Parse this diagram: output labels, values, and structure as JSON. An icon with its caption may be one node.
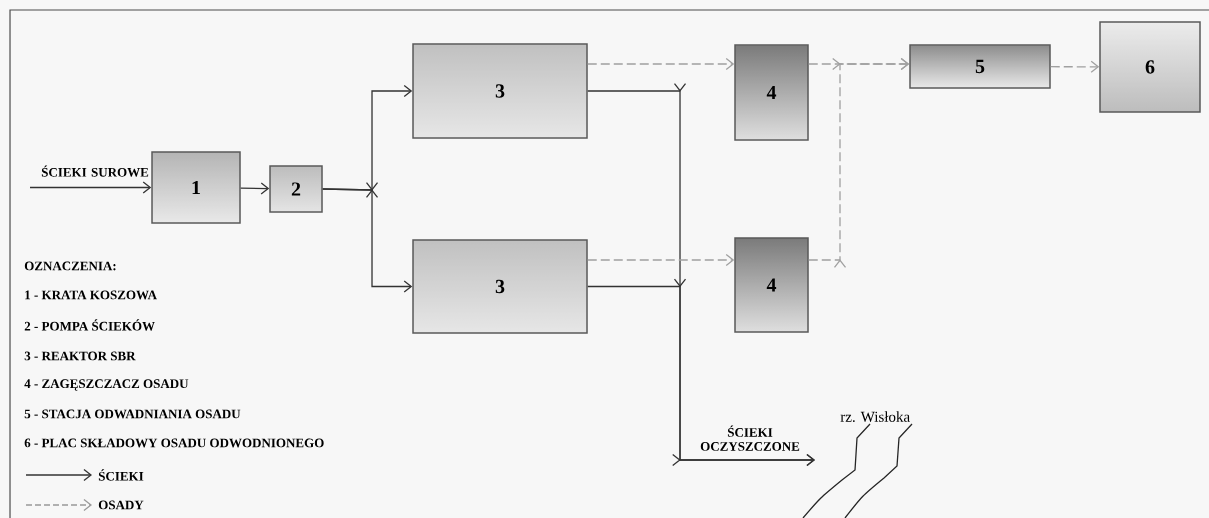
{
  "diagram": {
    "nodes": [
      {
        "text": [
          "1"
        ]
      },
      {
        "text": [
          "2"
        ]
      },
      {
        "text": [
          "3"
        ]
      },
      {
        "text": [
          "3"
        ]
      },
      {
        "text": [
          "4"
        ]
      },
      {
        "text": [
          "4"
        ]
      },
      {
        "text": [
          "5"
        ]
      },
      {
        "text": [
          "6"
        ]
      },
      {
        "text": [
          "rz. Wisłoka"
        ]
      }
    ],
    "edges": [
      {
        "from": null,
        "to": 0,
        "arrow": "to",
        "label": "ŚCIEKI SUROWE"
      },
      {
        "from": 0,
        "to": 1,
        "arrow": "to"
      },
      {
        "from": 1,
        "to": 2,
        "arrow": "to"
      },
      {
        "from": 1,
        "to": 3,
        "arrow": "to"
      },
      {
        "from": 2,
        "to": 8,
        "arrow": "to",
        "label": "ŚCIEKI OCZYSZCZONE"
      },
      {
        "from": 3,
        "to": 8,
        "arrow": "to"
      },
      {
        "from": 2,
        "to": 4,
        "arrow": "to",
        "style": "dashed",
        "color": "#a0a0a0"
      },
      {
        "from": 3,
        "to": 5,
        "arrow": "to",
        "style": "dashed",
        "color": "#a0a0a0"
      },
      {
        "from": 4,
        "to": 6,
        "arrow": "to",
        "style": "dashed",
        "color": "#a0a0a0"
      },
      {
        "from": 5,
        "to": 6,
        "arrow": "to",
        "style": "dashed",
        "color": "#a0a0a0"
      },
      {
        "from": 6,
        "to": 7,
        "arrow": "to",
        "style": "dashed",
        "color": "#a0a0a0"
      }
    ],
    "labels": [
      "OZNACZENIA:",
      "1 - KRATA KOSZOWA",
      "2 - POMPA ŚCIEKÓW",
      "3 - REAKTOR SBR",
      "4 - ZAGĘSZCZACZ OSADU",
      "5 - STACJA ODWADNIANIA OSADU",
      "6 - PLAC SKŁADOWY OSADU ODWODNIONEGO"
    ],
    "legend": [
      {
        "text": "ŚCIEKI"
      },
      {
        "text": "OSADY"
      }
    ]
  }
}
